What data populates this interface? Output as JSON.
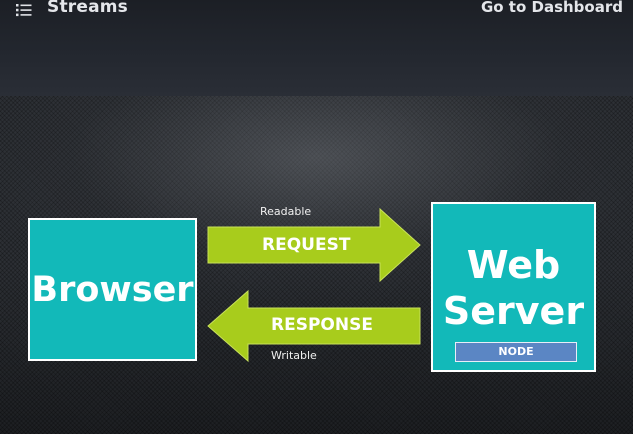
{
  "header": {
    "menu_icon": "list-icon",
    "title": "Streams",
    "dashboard_link": "Go to Dashboard"
  },
  "diagram": {
    "browser_label": "Browser",
    "server_label_line1": "Web",
    "server_label_line2": "Server",
    "node_badge": "NODE",
    "request_label": "REQUEST",
    "response_label": "RESPONSE",
    "readable_label": "Readable",
    "writable_label": "Writable"
  },
  "colors": {
    "box": "#12b9b9",
    "arrow": "#a8cc1c",
    "node_badge": "#5b86c4"
  }
}
